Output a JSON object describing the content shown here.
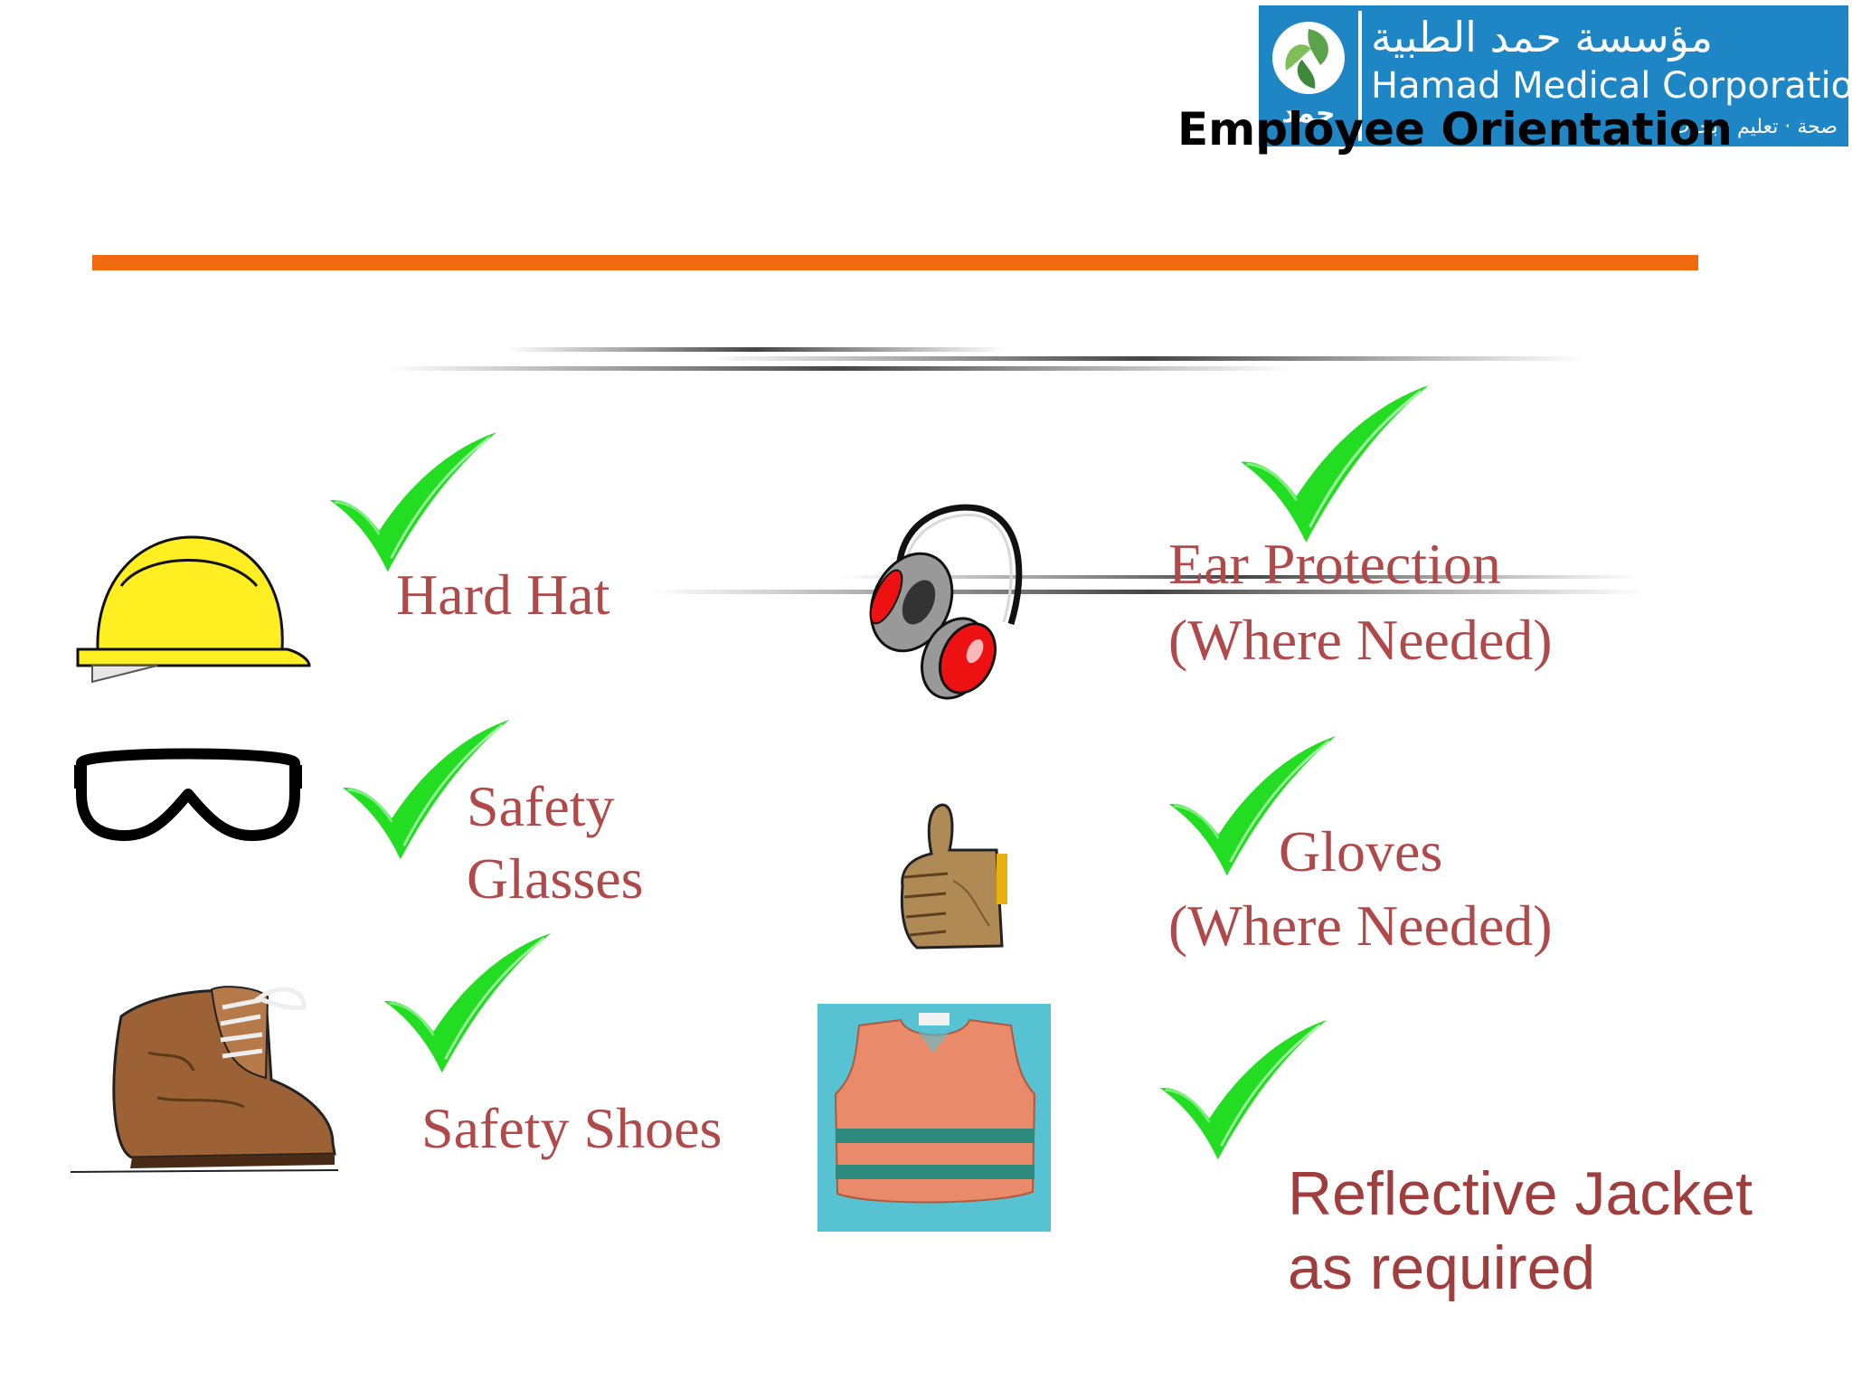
{
  "header": {
    "logo_arabic_name": "مؤسسة حمد الطبية",
    "logo_english_name": "Hamad Medical Corporation",
    "logo_arabic_tagline": "صحة · تعليم · بحوث",
    "logo_arabic_mark": "حمد",
    "title": "Employee Orientation"
  },
  "colors": {
    "accent_rule": "#f26a10",
    "label_red": "#b04a4a",
    "check_green": "#22dd22",
    "logo_blue": "#1f86c6"
  },
  "items": {
    "hard_hat": {
      "label": "Hard Hat",
      "icon": "hard-hat-icon"
    },
    "safety_glasses": {
      "line1": "Safety",
      "line2": "Glasses",
      "icon": "safety-glasses-icon"
    },
    "safety_shoes": {
      "label": "Safety Shoes",
      "icon": "safety-boot-icon"
    },
    "ear_protection": {
      "line1": "Ear Protection",
      "line2": "(Where Needed)",
      "icon": "ear-muffs-icon"
    },
    "gloves": {
      "line1": "Gloves",
      "line2": "(Where Needed)",
      "icon": "glove-icon"
    },
    "reflective_jacket": {
      "line1": "Reflective Jacket",
      "line2": "as required",
      "icon": "reflective-vest-icon"
    }
  }
}
